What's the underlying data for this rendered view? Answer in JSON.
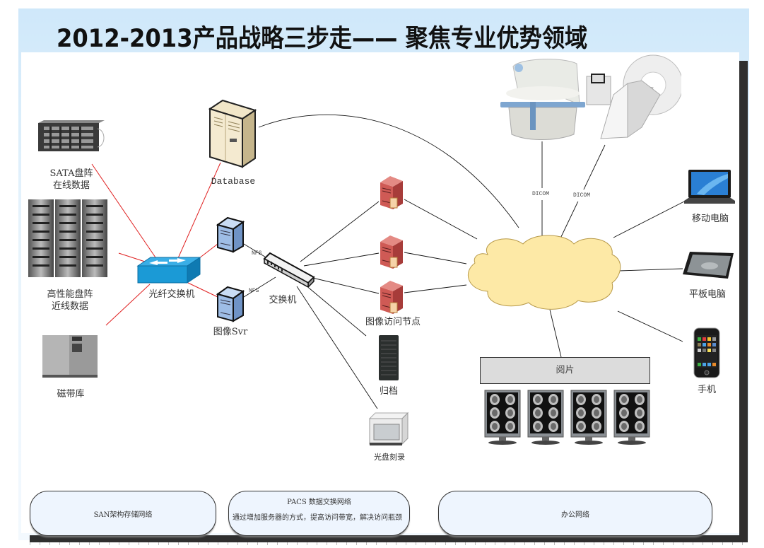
{
  "slide": {
    "title": "2012-2013产品战略三步走—— 聚焦专业优势领域"
  },
  "devices": {
    "sata_array": {
      "label_line1": "SATA盘阵",
      "label_line2": "在线数据",
      "icon": "disk-array-icon"
    },
    "hp_array": {
      "label_line1": "高性能盘阵",
      "label_line2": "近线数据",
      "icon": "rack-server-icon"
    },
    "tape_library": {
      "label": "磁带库",
      "icon": "tape-library-icon"
    },
    "database": {
      "label": "Database",
      "icon": "database-server-icon"
    },
    "fc_switch": {
      "label": "光纤交换机",
      "icon": "fiber-switch-icon"
    },
    "image_server": {
      "label": "图像Svr",
      "icon": "image-server-icon"
    },
    "switch": {
      "label": "交换机",
      "icon": "network-switch-icon"
    },
    "access_nodes": {
      "label": "图像访问节点",
      "icon": "access-node-server-icon"
    },
    "archive": {
      "label": "归档",
      "icon": "archive-tower-icon"
    },
    "disc_burner": {
      "label": "光盘刻录",
      "icon": "disc-burner-icon"
    },
    "mri": {
      "icon": "mri-scanner-icon"
    },
    "ct": {
      "icon": "ct-scanner-icon"
    },
    "laptop": {
      "label": "移动电脑",
      "icon": "laptop-icon"
    },
    "tablet": {
      "label": "平板电脑",
      "icon": "tablet-icon"
    },
    "phone": {
      "label": "手机",
      "icon": "smartphone-icon"
    },
    "viewer": {
      "label": "阅片",
      "monitor_count": 4,
      "icon": "radiology-monitor-icon"
    }
  },
  "link_labels": {
    "nfs_top": "NFS",
    "nfs_bottom": "NFS",
    "dicom_mri": "DICOM",
    "dicom_ct": "DICOM"
  },
  "zones": [
    {
      "title": "SAN架构存储网络",
      "desc": ""
    },
    {
      "title": "PACS 数据交换网络",
      "desc": "通过增加服务器的方式，提高访问带宽，解决访问瓶颈"
    },
    {
      "title": "办公网络",
      "desc": ""
    }
  ],
  "colors": {
    "san_link": "#e02020",
    "lan_link": "#111111",
    "cloud_fill": "#fde9a6",
    "cloud_stroke": "#b89a4a",
    "zone_fill": "#eef5fe",
    "switch_blue": "#1b9ad6",
    "server_red": "#c85050",
    "server_blue": "#8fb3e0"
  }
}
